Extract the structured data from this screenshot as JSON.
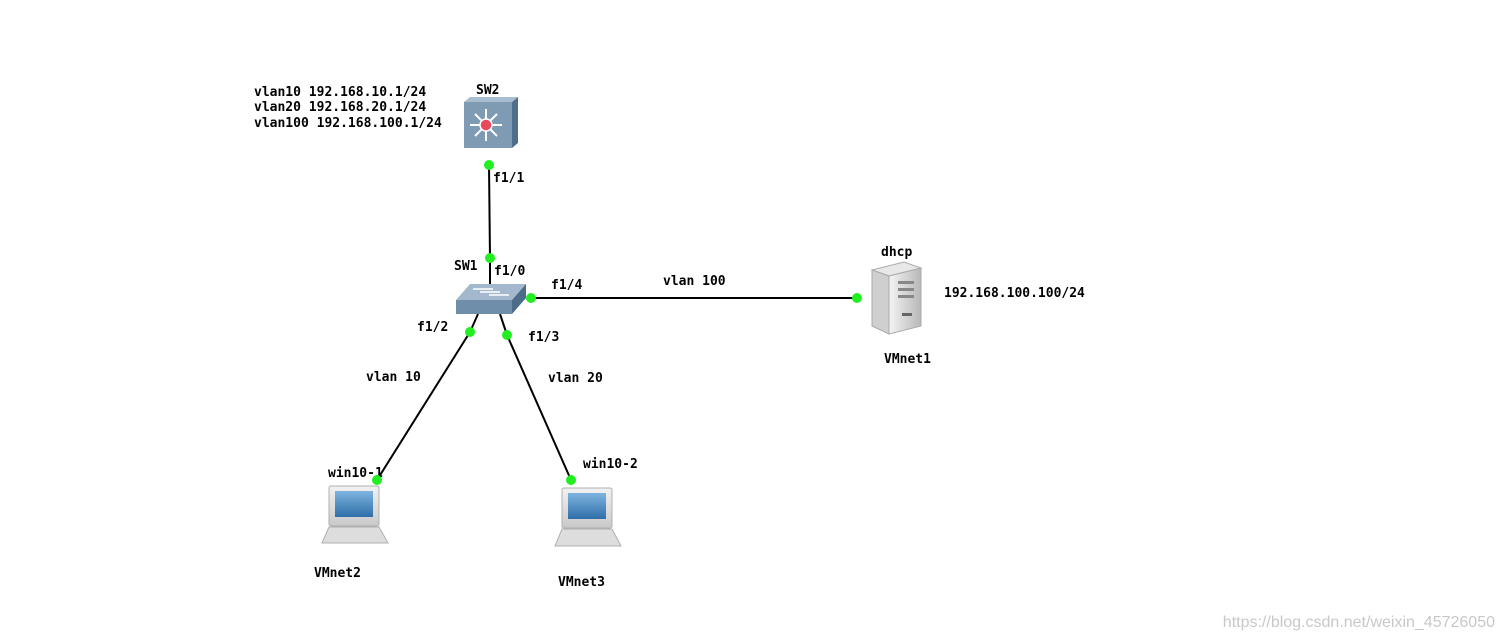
{
  "nodes": {
    "sw2": {
      "name": "SW2",
      "icon": "layer3-switch-icon"
    },
    "sw1": {
      "name": "SW1",
      "icon": "ethernet-switch-icon"
    },
    "dhcp": {
      "name": "dhcp",
      "icon": "server-icon",
      "ip": "192.168.100.100/24",
      "network": "VMnet1"
    },
    "win10_1": {
      "name": "win10-1",
      "icon": "laptop-icon",
      "network": "VMnet2"
    },
    "win10_2": {
      "name": "win10-2",
      "icon": "laptop-icon",
      "network": "VMnet3"
    }
  },
  "sw2_vlan_ips": [
    "vlan10 192.168.10.1/24",
    "vlan20 192.168.20.1/24",
    "vlan100 192.168.100.1/24"
  ],
  "ports": {
    "sw2_f1_1": "f1/1",
    "sw1_f1_0": "f1/0",
    "sw1_f1_4": "f1/4",
    "sw1_f1_2": "f1/2",
    "sw1_f1_3": "f1/3"
  },
  "links": {
    "sw1_dhcp": "vlan 100",
    "sw1_win10_1": "vlan 10",
    "sw1_win10_2": "vlan 20"
  },
  "colors": {
    "link": "#000000",
    "port_dot": "#22ee22",
    "switch": "#6e8eaa"
  },
  "watermark": "https://blog.csdn.net/weixin_45726050"
}
